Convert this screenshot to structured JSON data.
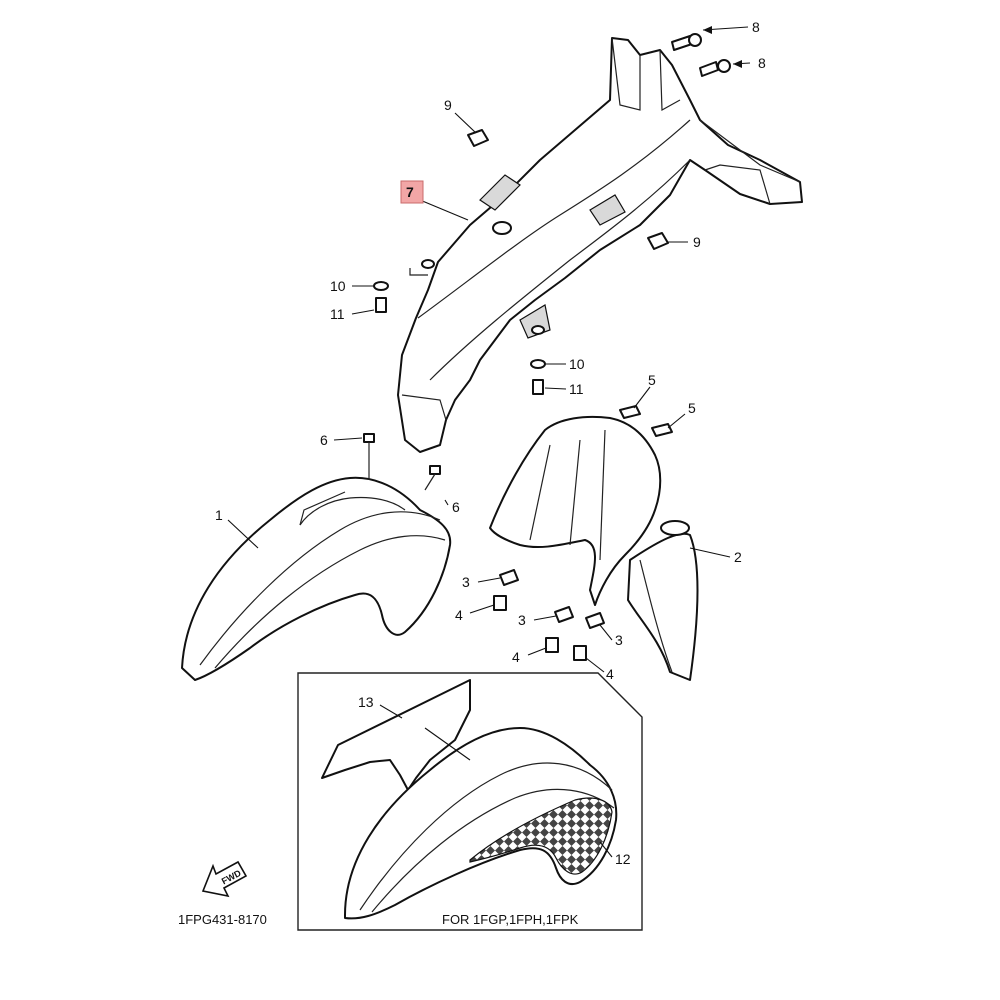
{
  "diagram": {
    "part_numbers": {
      "p1": "1",
      "p2": "2",
      "p3": "3",
      "p4": "4",
      "p5": "5",
      "p6": "6",
      "p7": "7",
      "p8": "8",
      "p9": "9",
      "p10": "10",
      "p11": "11",
      "p12": "12",
      "p13": "13"
    },
    "highlighted_part": "7",
    "highlight_color": "#f2a6a6",
    "inset_note": "FOR 1FGP,1FPH,1FPK",
    "forward_arrow_label": "FWD",
    "drawing_code": "1FPG431-8170"
  }
}
